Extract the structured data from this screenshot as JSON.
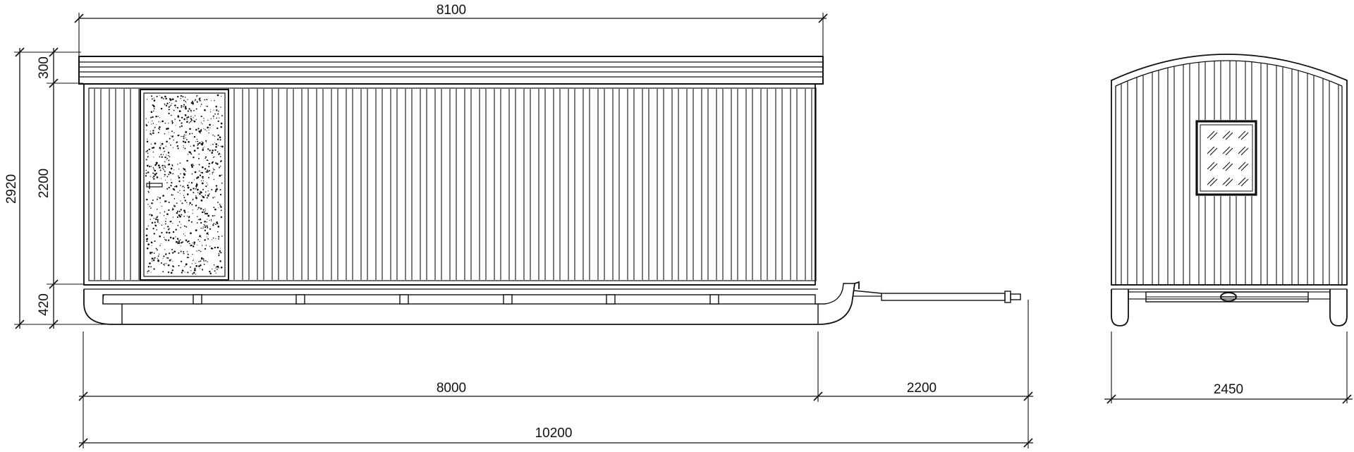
{
  "dimensions": {
    "top_length": "8100",
    "total_height": "2920",
    "roof_height": "300",
    "wall_height": "2200",
    "runner_height": "420",
    "body_length": "8000",
    "drawbar_length": "2200",
    "overall_length": "10200",
    "side_width": "2450"
  },
  "colors": {
    "line": "#111111",
    "background": "#ffffff"
  }
}
